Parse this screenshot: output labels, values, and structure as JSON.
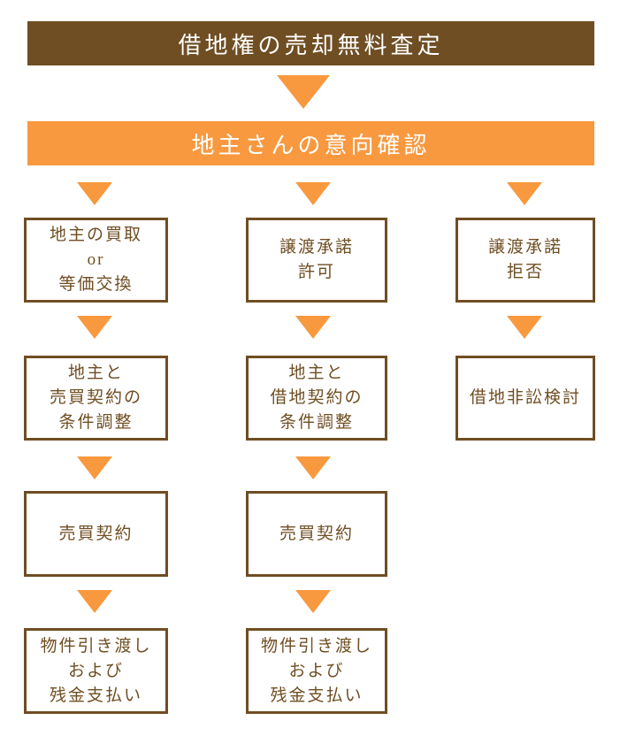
{
  "colors": {
    "banner_top_bg": "#6F4E23",
    "banner_sub_bg": "#F8993F",
    "arrow": "#F8993F",
    "box_border": "#6F4E23",
    "box_text": "#6F4E23",
    "banner_text": "#FFFFFF",
    "page_bg": "#FFFFFF"
  },
  "icons": {
    "down_arrow": "triangle-down"
  },
  "header": {
    "title": "借地権の売却無料査定"
  },
  "subheader": {
    "title": "地主さんの意向確認"
  },
  "flow": {
    "columns": [
      {
        "name": "landowner-buyback-route",
        "steps": [
          "地主の買取\nor\n等価交換",
          "地主と\n売買契約の\n条件調整",
          "売買契約",
          "物件引き渡し\nおよび\n残金支払い"
        ]
      },
      {
        "name": "transfer-consent-approved-route",
        "steps": [
          "譲渡承諾\n許可",
          "地主と\n借地契約の\n条件調整",
          "売買契約",
          "物件引き渡し\nおよび\n残金支払い"
        ]
      },
      {
        "name": "transfer-consent-refused-route",
        "steps": [
          "譲渡承諾\n拒否",
          "借地非訟検討"
        ]
      }
    ]
  }
}
